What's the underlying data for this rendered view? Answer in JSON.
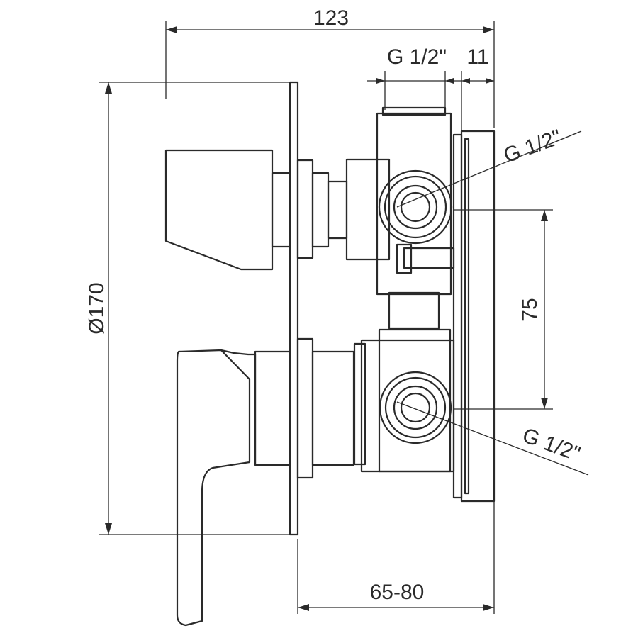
{
  "dimensions": {
    "width_total": "123",
    "inlet_thread_top": "G 1/2\"",
    "top_offset": "11",
    "outlet_thread_upper": "G 1/2\"",
    "outlet_spacing": "75",
    "diameter": "Ø170",
    "outlet_thread_lower": "G 1/2\"",
    "wall_depth": "65-80"
  }
}
